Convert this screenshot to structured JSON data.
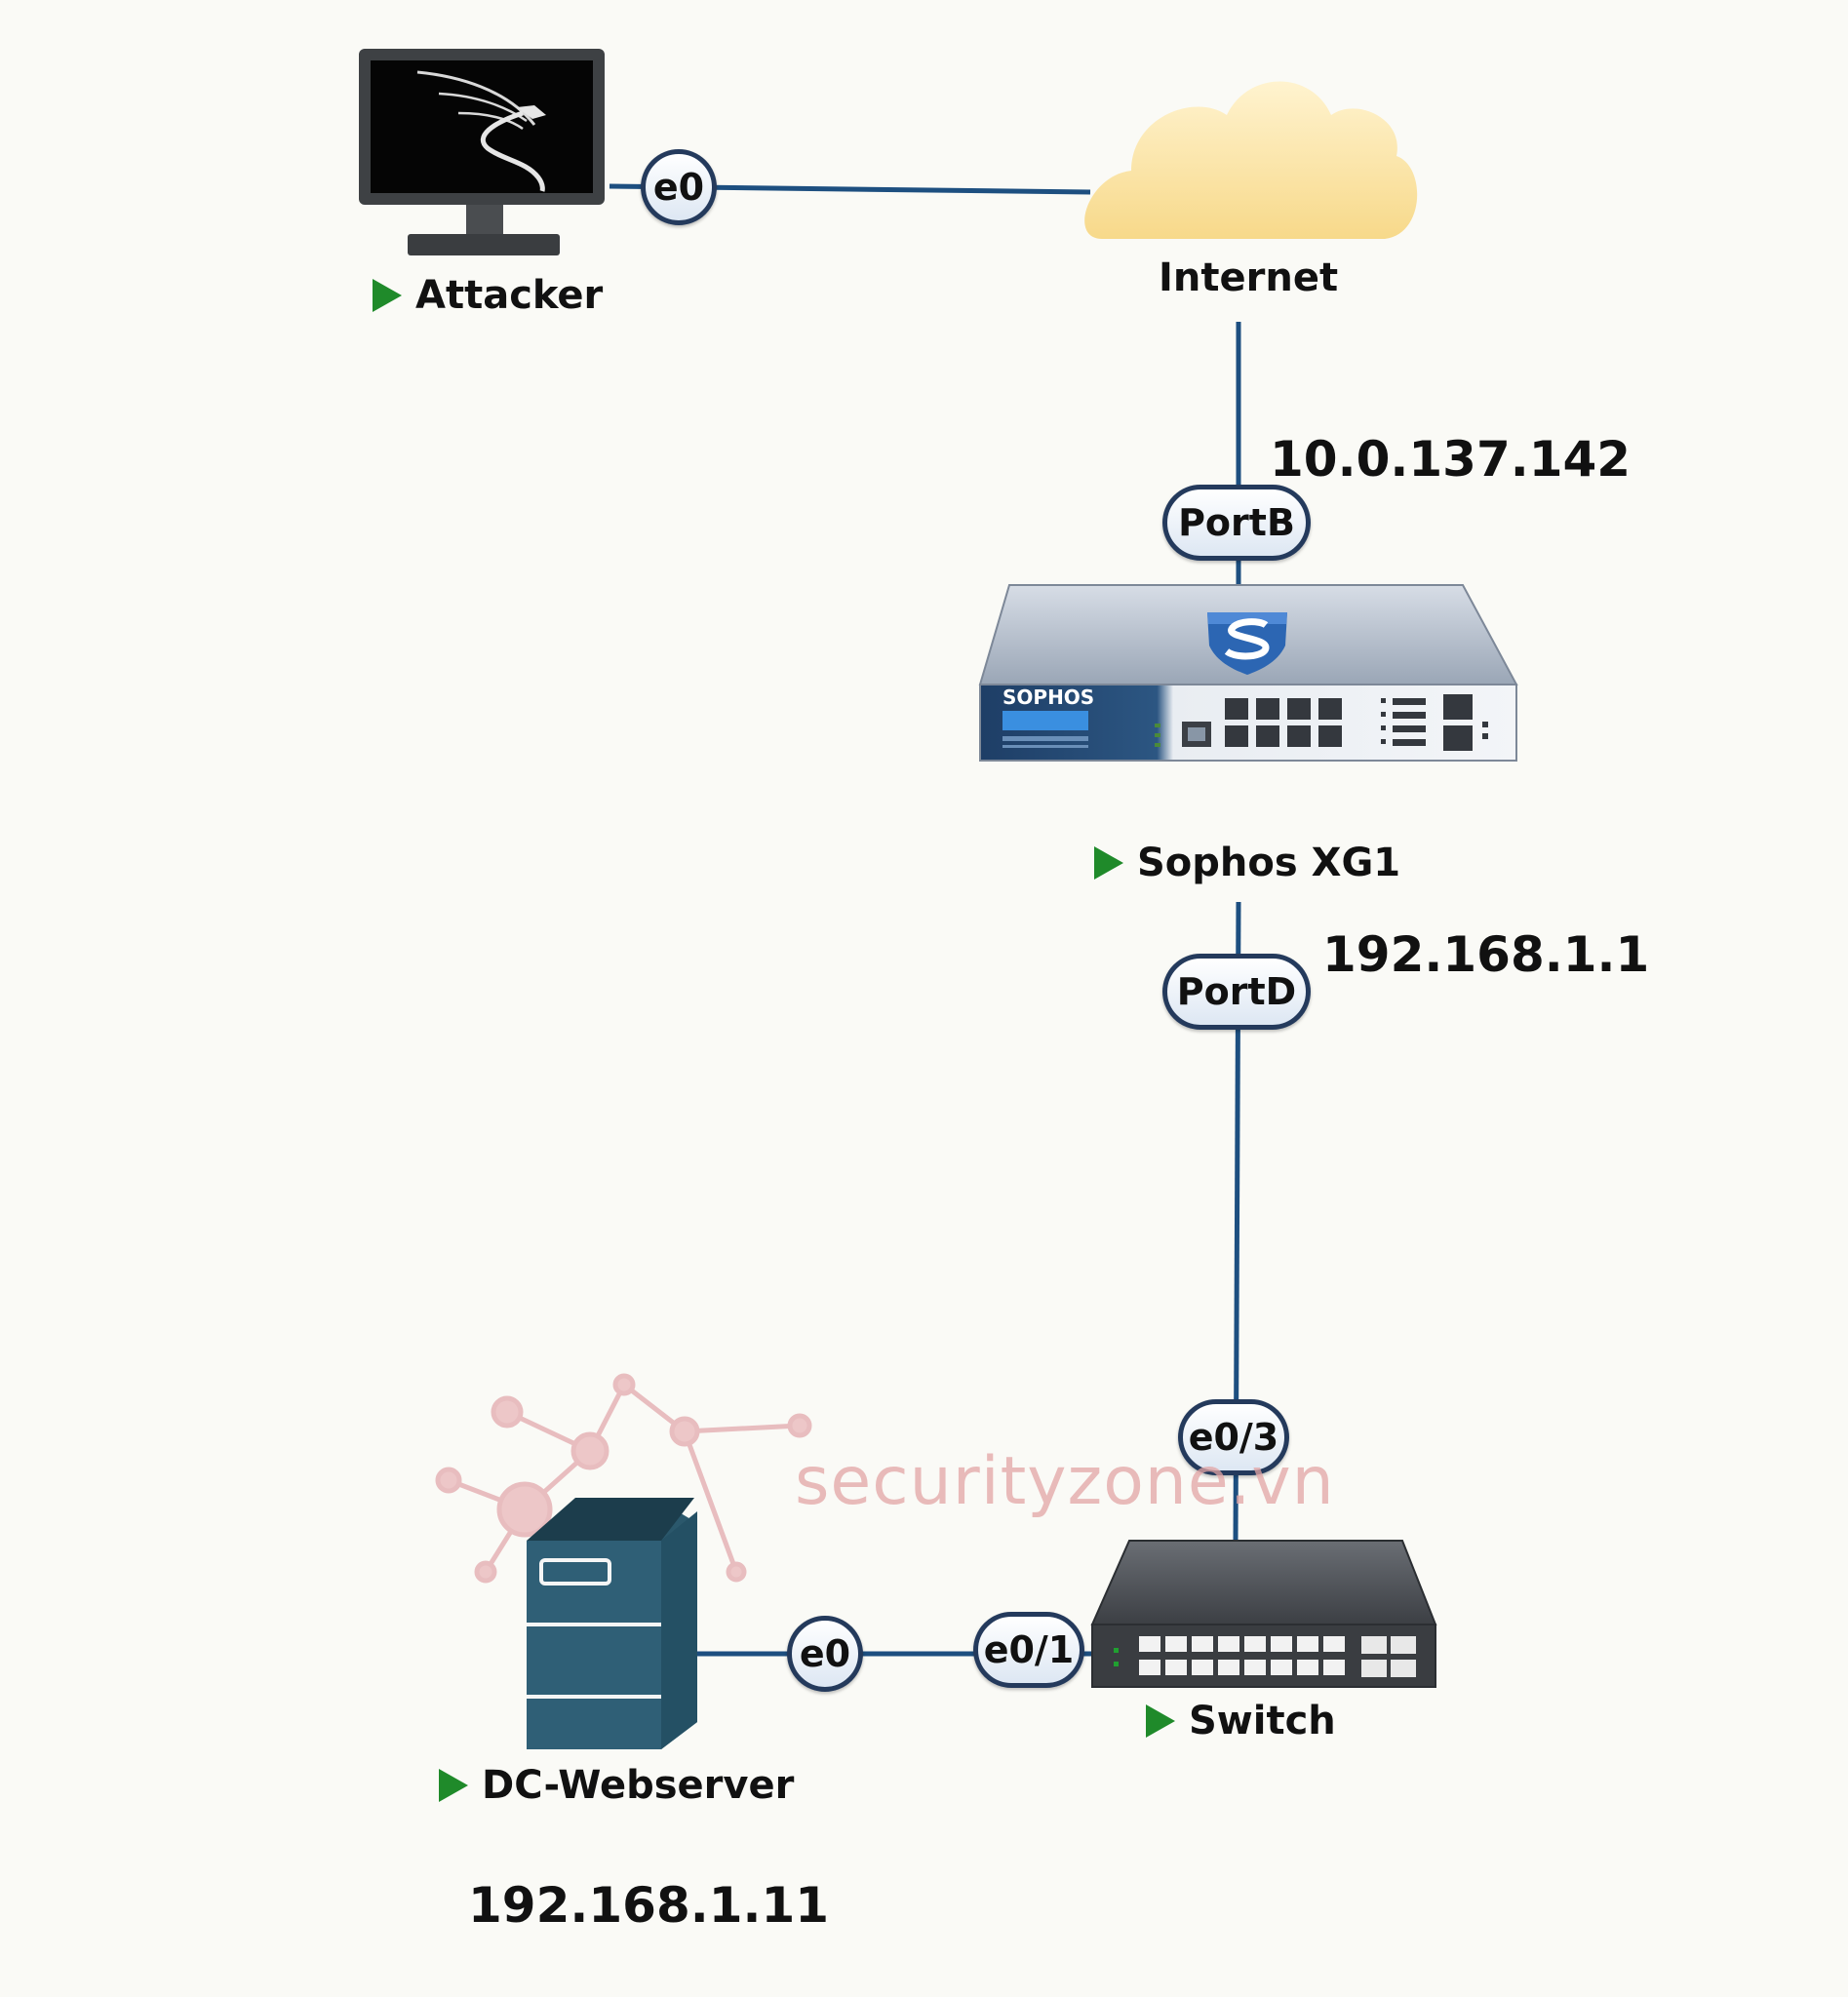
{
  "nodes": {
    "attacker": {
      "label": "Attacker"
    },
    "internet": {
      "label": "Internet"
    },
    "firewall": {
      "label": "Sophos XG1",
      "brand": "SOPHOS"
    },
    "switch": {
      "label": "Switch"
    },
    "server": {
      "label": "DC-Webserver"
    }
  },
  "interfaces": {
    "attacker_e0": "e0",
    "firewall_portb": "PortB",
    "firewall_portd": "PortD",
    "switch_e0_3": "e0/3",
    "switch_e0_1": "e0/1",
    "server_e0": "e0"
  },
  "addresses": {
    "wan": "10.0.137.142",
    "lan": "192.168.1.1",
    "server": "192.168.1.11"
  },
  "watermark": "securityzone.vn",
  "colors": {
    "link": "#1d4f80",
    "pill_border": "#243a5c",
    "status_arrow": "#1f8a2a",
    "server_body": "#2f5f76",
    "cloud": "#fbe3a6",
    "watermark": "#e3a5a5"
  }
}
